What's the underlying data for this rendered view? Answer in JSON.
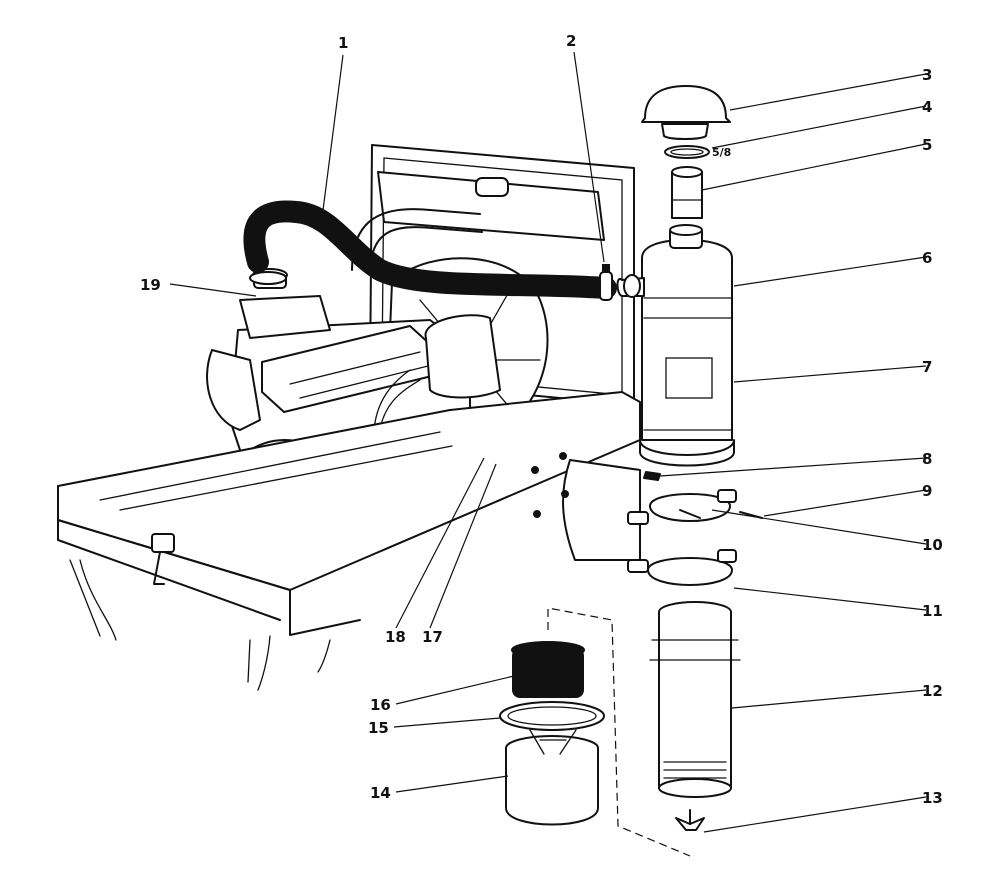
{
  "figure": {
    "callouts": [
      {
        "id": "1",
        "label": "1"
      },
      {
        "id": "2",
        "label": "2"
      },
      {
        "id": "3",
        "label": "3"
      },
      {
        "id": "4",
        "label": "4"
      },
      {
        "id": "4note",
        "label": "5/8"
      },
      {
        "id": "5",
        "label": "5"
      },
      {
        "id": "6",
        "label": "6"
      },
      {
        "id": "7",
        "label": "7"
      },
      {
        "id": "8",
        "label": "8"
      },
      {
        "id": "9",
        "label": "9"
      },
      {
        "id": "10",
        "label": "10"
      },
      {
        "id": "11",
        "label": "11"
      },
      {
        "id": "12",
        "label": "12"
      },
      {
        "id": "13",
        "label": "13"
      },
      {
        "id": "14",
        "label": "14"
      },
      {
        "id": "15",
        "label": "15"
      },
      {
        "id": "16",
        "label": "16"
      },
      {
        "id": "17",
        "label": "17"
      },
      {
        "id": "18",
        "label": "18"
      },
      {
        "id": "19",
        "label": "19"
      }
    ]
  }
}
